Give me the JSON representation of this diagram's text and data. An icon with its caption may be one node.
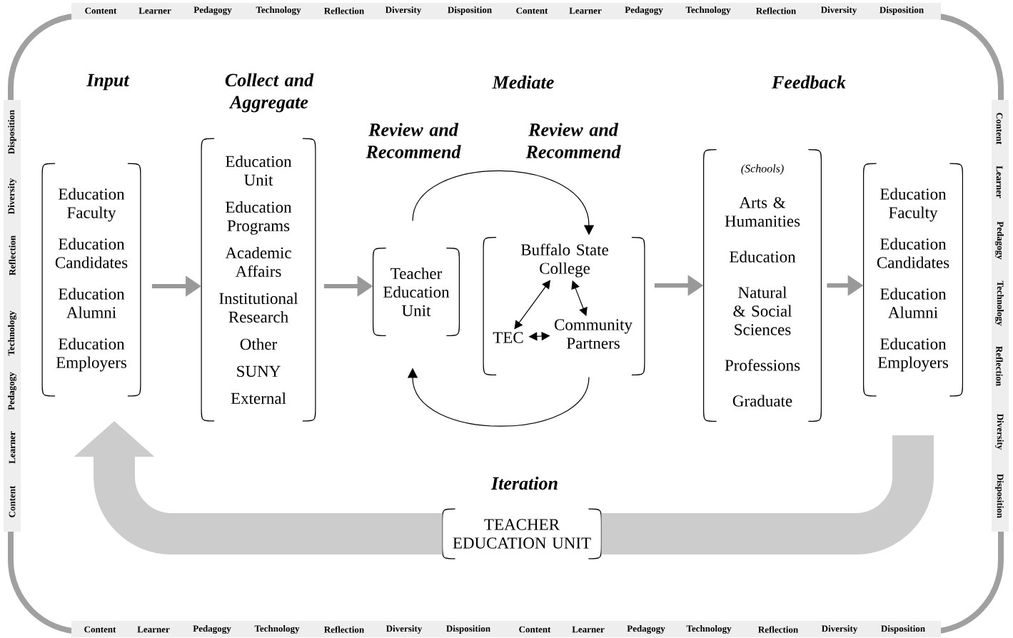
{
  "diagram": {
    "nodes": [
      {
        "text": [
          "Education Faculty",
          "Education Candidates",
          "Education Alumni",
          "Education Employers"
        ]
      },
      {
        "text": [
          "Education Unit",
          "Education Programs",
          "Academic Affairs",
          "Institutional Research",
          "Other",
          "SUNY",
          "External"
        ]
      },
      {
        "text": [
          "Teacher Education Unit"
        ]
      },
      {
        "text": [],
        "shape": "box"
      },
      {
        "text": [
          "Buffalo State College"
        ],
        "in": 3
      },
      {
        "text": [
          "TEC"
        ],
        "in": 3
      },
      {
        "text": [
          "Community Partners"
        ],
        "in": 3
      },
      {
        "text": [
          "(Schools)",
          "Arts & Humanities",
          "Education",
          "Natural & Social Sciences",
          "Professions",
          "Graduate"
        ]
      },
      {
        "text": [
          "Education Faculty",
          "Education Candidates",
          "Education Alumni",
          "Education Employers"
        ]
      },
      {
        "text": [
          "TEACHER EDUCATION UNIT"
        ]
      }
    ],
    "edges": [
      {
        "from": 0,
        "to": 1,
        "arrow": "to",
        "color": "#999999"
      },
      {
        "from": 1,
        "to": 2,
        "arrow": "to",
        "color": "#999999"
      },
      {
        "from": 2,
        "to": 3,
        "arrow": "to"
      },
      {
        "from": 3,
        "to": 2,
        "arrow": "to"
      },
      {
        "from": 4,
        "to": 5,
        "arrow": "both"
      },
      {
        "from": 4,
        "to": 6,
        "arrow": "both"
      },
      {
        "from": 5,
        "to": 6,
        "arrow": "both"
      },
      {
        "from": 3,
        "to": 7,
        "arrow": "to",
        "color": "#999999"
      },
      {
        "from": 7,
        "to": 8,
        "arrow": "to",
        "color": "#999999"
      },
      {
        "from": 8,
        "to": 9,
        "arrow": "none",
        "style": "thick",
        "color": "#cccccc"
      },
      {
        "from": 9,
        "to": 0,
        "arrow": "to",
        "style": "thick",
        "color": "#cccccc"
      }
    ],
    "labels": [
      "Content",
      "Learner",
      "Pedagogy",
      "Technology",
      "Reflection",
      "Diversity",
      "Disposition",
      "Content",
      "Learner",
      "Pedagogy",
      "Technology",
      "Reflection",
      "Diversity",
      "Disposition",
      "Input",
      "Collect and Aggregate",
      "Mediate",
      "Feedback",
      "Review and Recommend",
      "Review and Recommend",
      "Content",
      "Learner",
      "Pedagogy",
      "Technology",
      "Reflection",
      "Diversity",
      "Disposition",
      "Content",
      "Learner",
      "Pedagogy",
      "Technology",
      "Reflection",
      "Diversity",
      "Disposition",
      "Iteration",
      "Content",
      "Learner",
      "Pedagogy",
      "Technology",
      "Reflection",
      "Diversity",
      "Disposition",
      "Content",
      "Learner",
      "Pedagogy",
      "Technology",
      "Reflection",
      "Diversity",
      "Disposition"
    ]
  }
}
